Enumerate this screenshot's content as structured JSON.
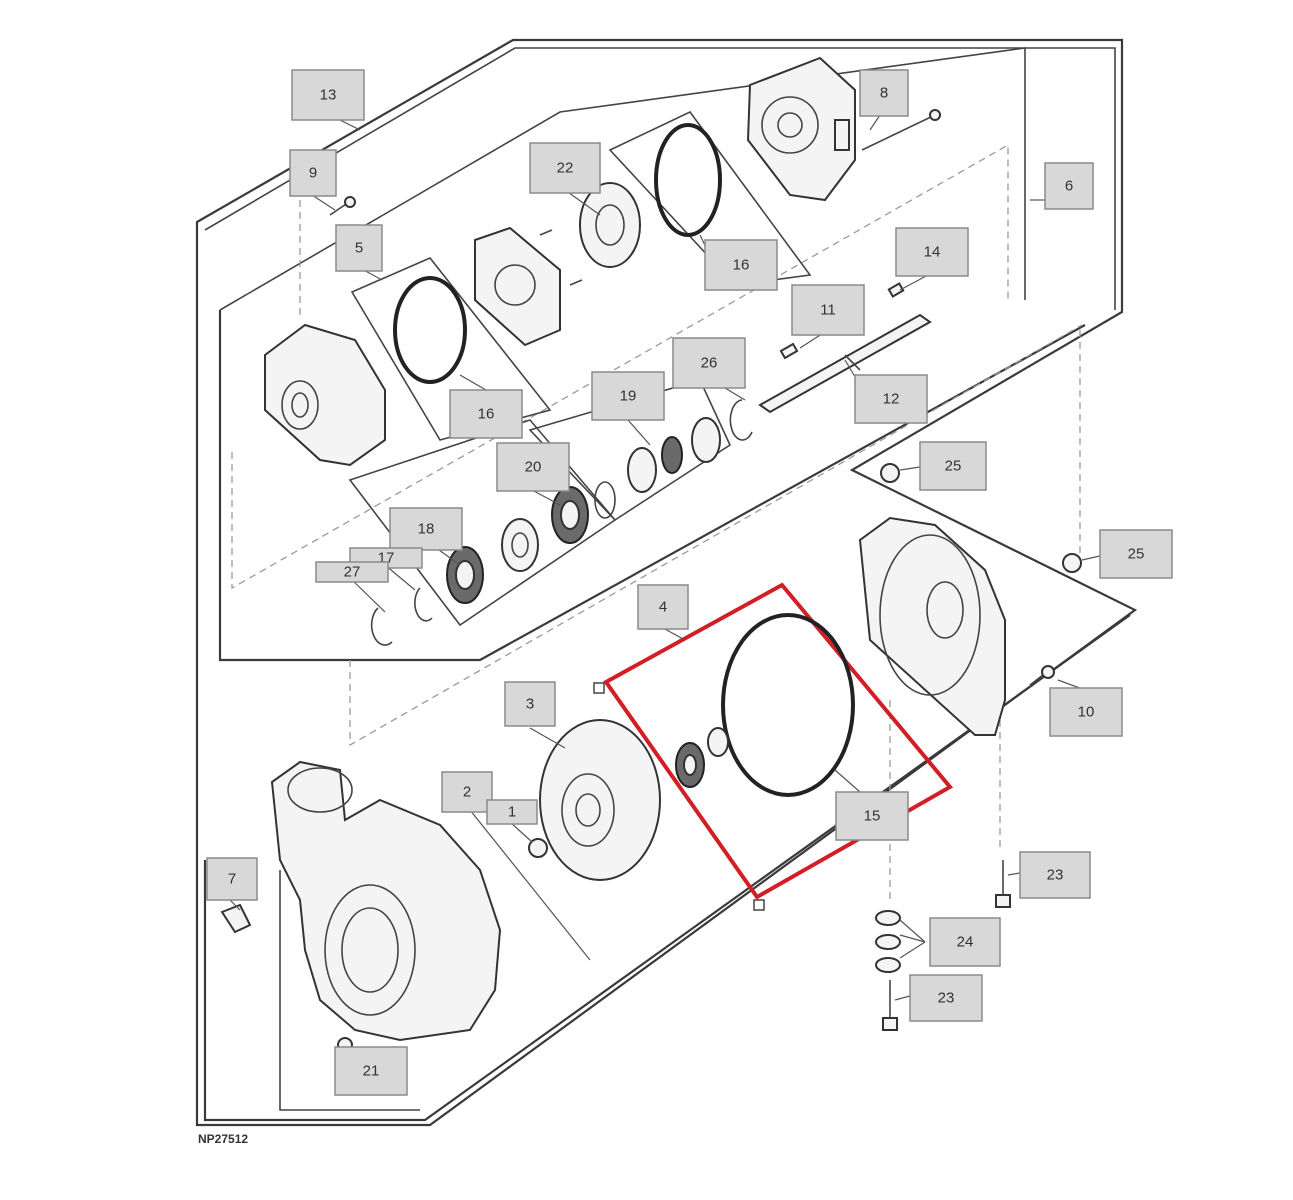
{
  "drawing_code": "NP27512",
  "callouts": [
    {
      "id": "c13a",
      "label": "13"
    },
    {
      "id": "c8a",
      "label": "8"
    },
    {
      "id": "c9",
      "label": "9"
    },
    {
      "id": "c22",
      "label": "22"
    },
    {
      "id": "c6",
      "label": "6"
    },
    {
      "id": "c5",
      "label": "5"
    },
    {
      "id": "c16a",
      "label": "16"
    },
    {
      "id": "c14",
      "label": "14"
    },
    {
      "id": "c11",
      "label": "11"
    },
    {
      "id": "c26",
      "label": "26"
    },
    {
      "id": "c19",
      "label": "19"
    },
    {
      "id": "c12",
      "label": "12"
    },
    {
      "id": "c16b",
      "label": "16"
    },
    {
      "id": "c20",
      "label": "20"
    },
    {
      "id": "c25a",
      "label": "25"
    },
    {
      "id": "c18",
      "label": "18"
    },
    {
      "id": "c17",
      "label": "17"
    },
    {
      "id": "c27",
      "label": "27"
    },
    {
      "id": "c25b",
      "label": "25"
    },
    {
      "id": "c4",
      "label": "4"
    },
    {
      "id": "c3",
      "label": "3"
    },
    {
      "id": "c10",
      "label": "10"
    },
    {
      "id": "c2",
      "label": "2"
    },
    {
      "id": "c1",
      "label": "1"
    },
    {
      "id": "c15",
      "label": "15"
    },
    {
      "id": "c7",
      "label": "7"
    },
    {
      "id": "c23a",
      "label": "23"
    },
    {
      "id": "c24",
      "label": "24"
    },
    {
      "id": "c23b",
      "label": "23"
    },
    {
      "id": "c21",
      "label": "21"
    }
  ],
  "colors": {
    "highlight": "#d21f26",
    "callout_fill": "#d8d8d8",
    "line": "#3a3a3a"
  }
}
